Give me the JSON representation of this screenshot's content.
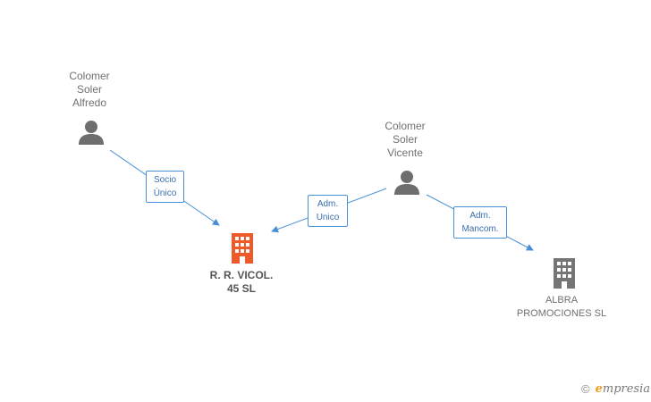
{
  "nodes": {
    "alfredo": {
      "lines": [
        "Colomer",
        "Soler",
        "Alfredo"
      ],
      "icon": "person-icon"
    },
    "vicente": {
      "lines": [
        "Colomer",
        "Soler",
        "Vicente"
      ],
      "icon": "person-icon"
    },
    "vicol": {
      "lines": [
        "R. R. VICOL.",
        "45 SL"
      ],
      "icon": "building-icon",
      "color": "#f05a28"
    },
    "albra": {
      "lines": [
        "ALBRA",
        "PROMOCIONES SL"
      ],
      "icon": "building-icon",
      "color": "#757575"
    }
  },
  "edges": [
    {
      "from": "alfredo",
      "to": "vicol",
      "label": [
        "Socio",
        "Único"
      ]
    },
    {
      "from": "vicente",
      "to": "vicol",
      "label": [
        "Adm.",
        "Unico"
      ]
    },
    {
      "from": "vicente",
      "to": "albra",
      "label": [
        "Adm.",
        "Mancom."
      ]
    }
  ],
  "brand": {
    "copyright": "©",
    "name_first": "e",
    "name_rest": "mpresia"
  },
  "colors": {
    "edge": "#4a8fd6",
    "person": "#6e6e6e"
  }
}
